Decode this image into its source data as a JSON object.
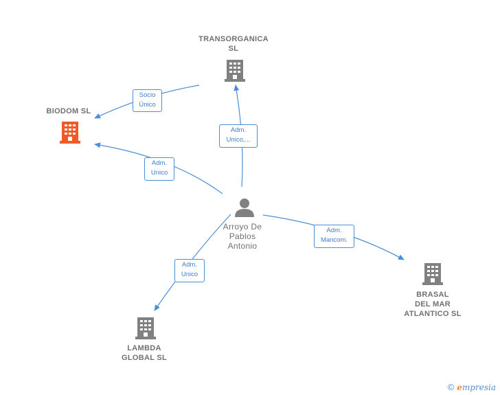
{
  "nodes": {
    "transorganica": {
      "label": "TRANSORGANICA\nSL",
      "color": "#808080"
    },
    "biodom": {
      "label": "BIODOM  SL",
      "color": "#f05a28"
    },
    "person": {
      "label": "Arroyo De\nPablos\nAntonio",
      "color": "#808080"
    },
    "brasal": {
      "label": "BRASAL\nDEL MAR\nATLANTICO SL",
      "color": "#808080"
    },
    "lambda": {
      "label": "LAMBDA\nGLOBAL  SL",
      "color": "#808080"
    }
  },
  "edges": {
    "socio_unico": "Socio\nÚnico",
    "adm_unico_transorganica": "Adm.\nUnico,...",
    "adm_unico_biodom": "Adm.\nUnico",
    "adm_mancom_brasal": "Adm.\nMancom.",
    "adm_unico_lambda": "Adm.\nUnico"
  },
  "colors": {
    "edge": "#4a8ed6",
    "building": "#808080",
    "highlight": "#f05a28"
  },
  "brand": {
    "copyright": "©",
    "name_e": "e",
    "name_rest": "mpresia"
  }
}
